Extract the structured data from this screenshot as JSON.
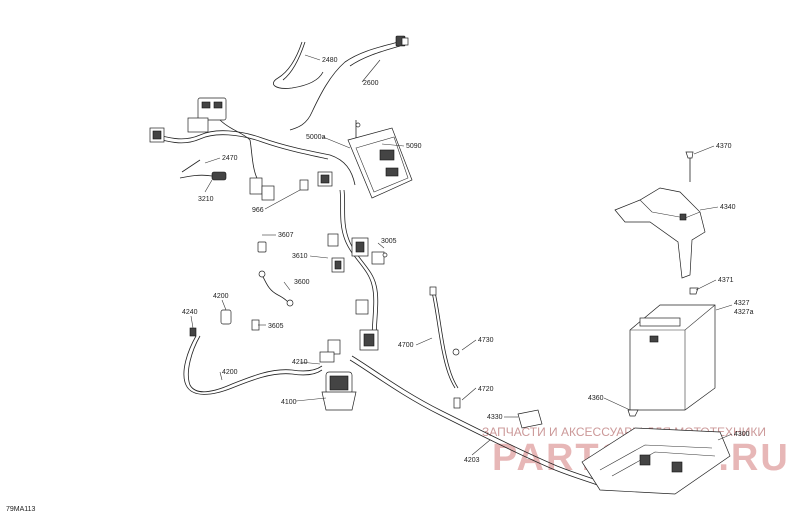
{
  "figure_code": "79MA113",
  "watermark": {
    "line": "ЗАПЧАСТИ И АКСЕССУАРЫ ДЛЯ МОТОТЕХНИКИ",
    "brand": "PARTS-ATV.RU"
  },
  "callouts": [
    {
      "id": "c2480",
      "text": "2480"
    },
    {
      "id": "c2600",
      "text": "2600"
    },
    {
      "id": "c2470",
      "text": "2470"
    },
    {
      "id": "c3210",
      "text": "3210"
    },
    {
      "id": "c5000a",
      "text": "5000a"
    },
    {
      "id": "c5090",
      "text": "5090"
    },
    {
      "id": "c966",
      "text": "966"
    },
    {
      "id": "c3607",
      "text": "3607"
    },
    {
      "id": "c3610",
      "text": "3610"
    },
    {
      "id": "c3005",
      "text": "3005"
    },
    {
      "id": "c3600",
      "text": "3600"
    },
    {
      "id": "c3605",
      "text": "3605"
    },
    {
      "id": "c4200",
      "text": "4200"
    },
    {
      "id": "c4240",
      "text": "4240"
    },
    {
      "id": "c4200b",
      "text": "4200"
    },
    {
      "id": "c4210",
      "text": "4210"
    },
    {
      "id": "c4100",
      "text": "4100"
    },
    {
      "id": "c4700",
      "text": "4700"
    },
    {
      "id": "c4730",
      "text": "4730"
    },
    {
      "id": "c4720",
      "text": "4720"
    },
    {
      "id": "c4203",
      "text": "4203"
    },
    {
      "id": "c4330",
      "text": "4330"
    },
    {
      "id": "c4370",
      "text": "4370"
    },
    {
      "id": "c4340",
      "text": "4340"
    },
    {
      "id": "c4371",
      "text": "4371"
    },
    {
      "id": "c4327",
      "text": "4327"
    },
    {
      "id": "c4327a",
      "text": "4327a"
    },
    {
      "id": "c4360",
      "text": "4360"
    },
    {
      "id": "c4300",
      "text": "4300"
    }
  ]
}
